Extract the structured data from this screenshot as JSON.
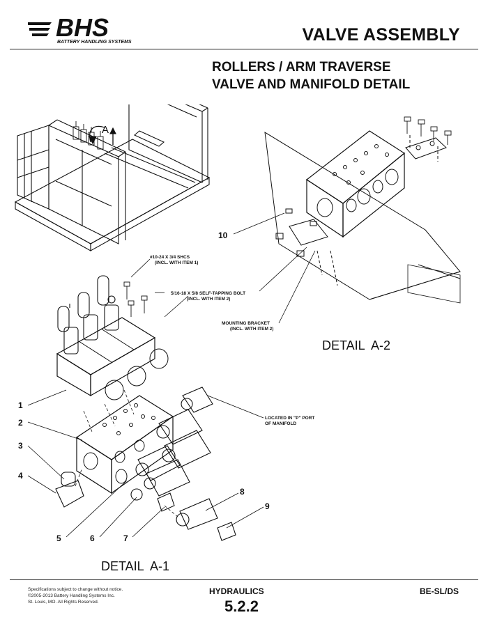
{
  "header": {
    "logo_text": "BHS",
    "logo_tagline": "BATTERY HANDLING SYSTEMS",
    "title": "VALVE ASSEMBLY"
  },
  "subtitle": {
    "line1": "ROLLERS / ARM TRAVERSE",
    "line2": "VALVE AND MANIFOLD DETAIL"
  },
  "drawing": {
    "view_marker": "A",
    "callouts": [
      "1",
      "2",
      "3",
      "4",
      "5",
      "6",
      "7",
      "8",
      "9",
      "10"
    ],
    "notes": {
      "shcs": [
        "#10-24 X 3/4 SHCS",
        "(INCL. WITH ITEM 1)"
      ],
      "bolt": [
        "5/16-18 X 5/8 SELF-TAPPING BOLT",
        "(INCL. WITH ITEM 2)"
      ],
      "bracket": [
        "MOUNTING BRACKET",
        "(INCL. WITH ITEM 2)"
      ],
      "port": [
        "LOCATED IN \"P\" PORT",
        "OF MANIFOLD"
      ]
    },
    "detail_a1": "DETAIL  A-1",
    "detail_a2": "DETAIL  A-2"
  },
  "footer": {
    "legal": [
      "Specifications subject to change without notice.",
      "©2005-2013 Battery Handling Systems Inc.",
      "St. Louis, MO.  All Rights Reserved."
    ],
    "section": "HYDRAULICS",
    "page_number": "5.2.2",
    "doc_id": "BE-SL/DS"
  }
}
